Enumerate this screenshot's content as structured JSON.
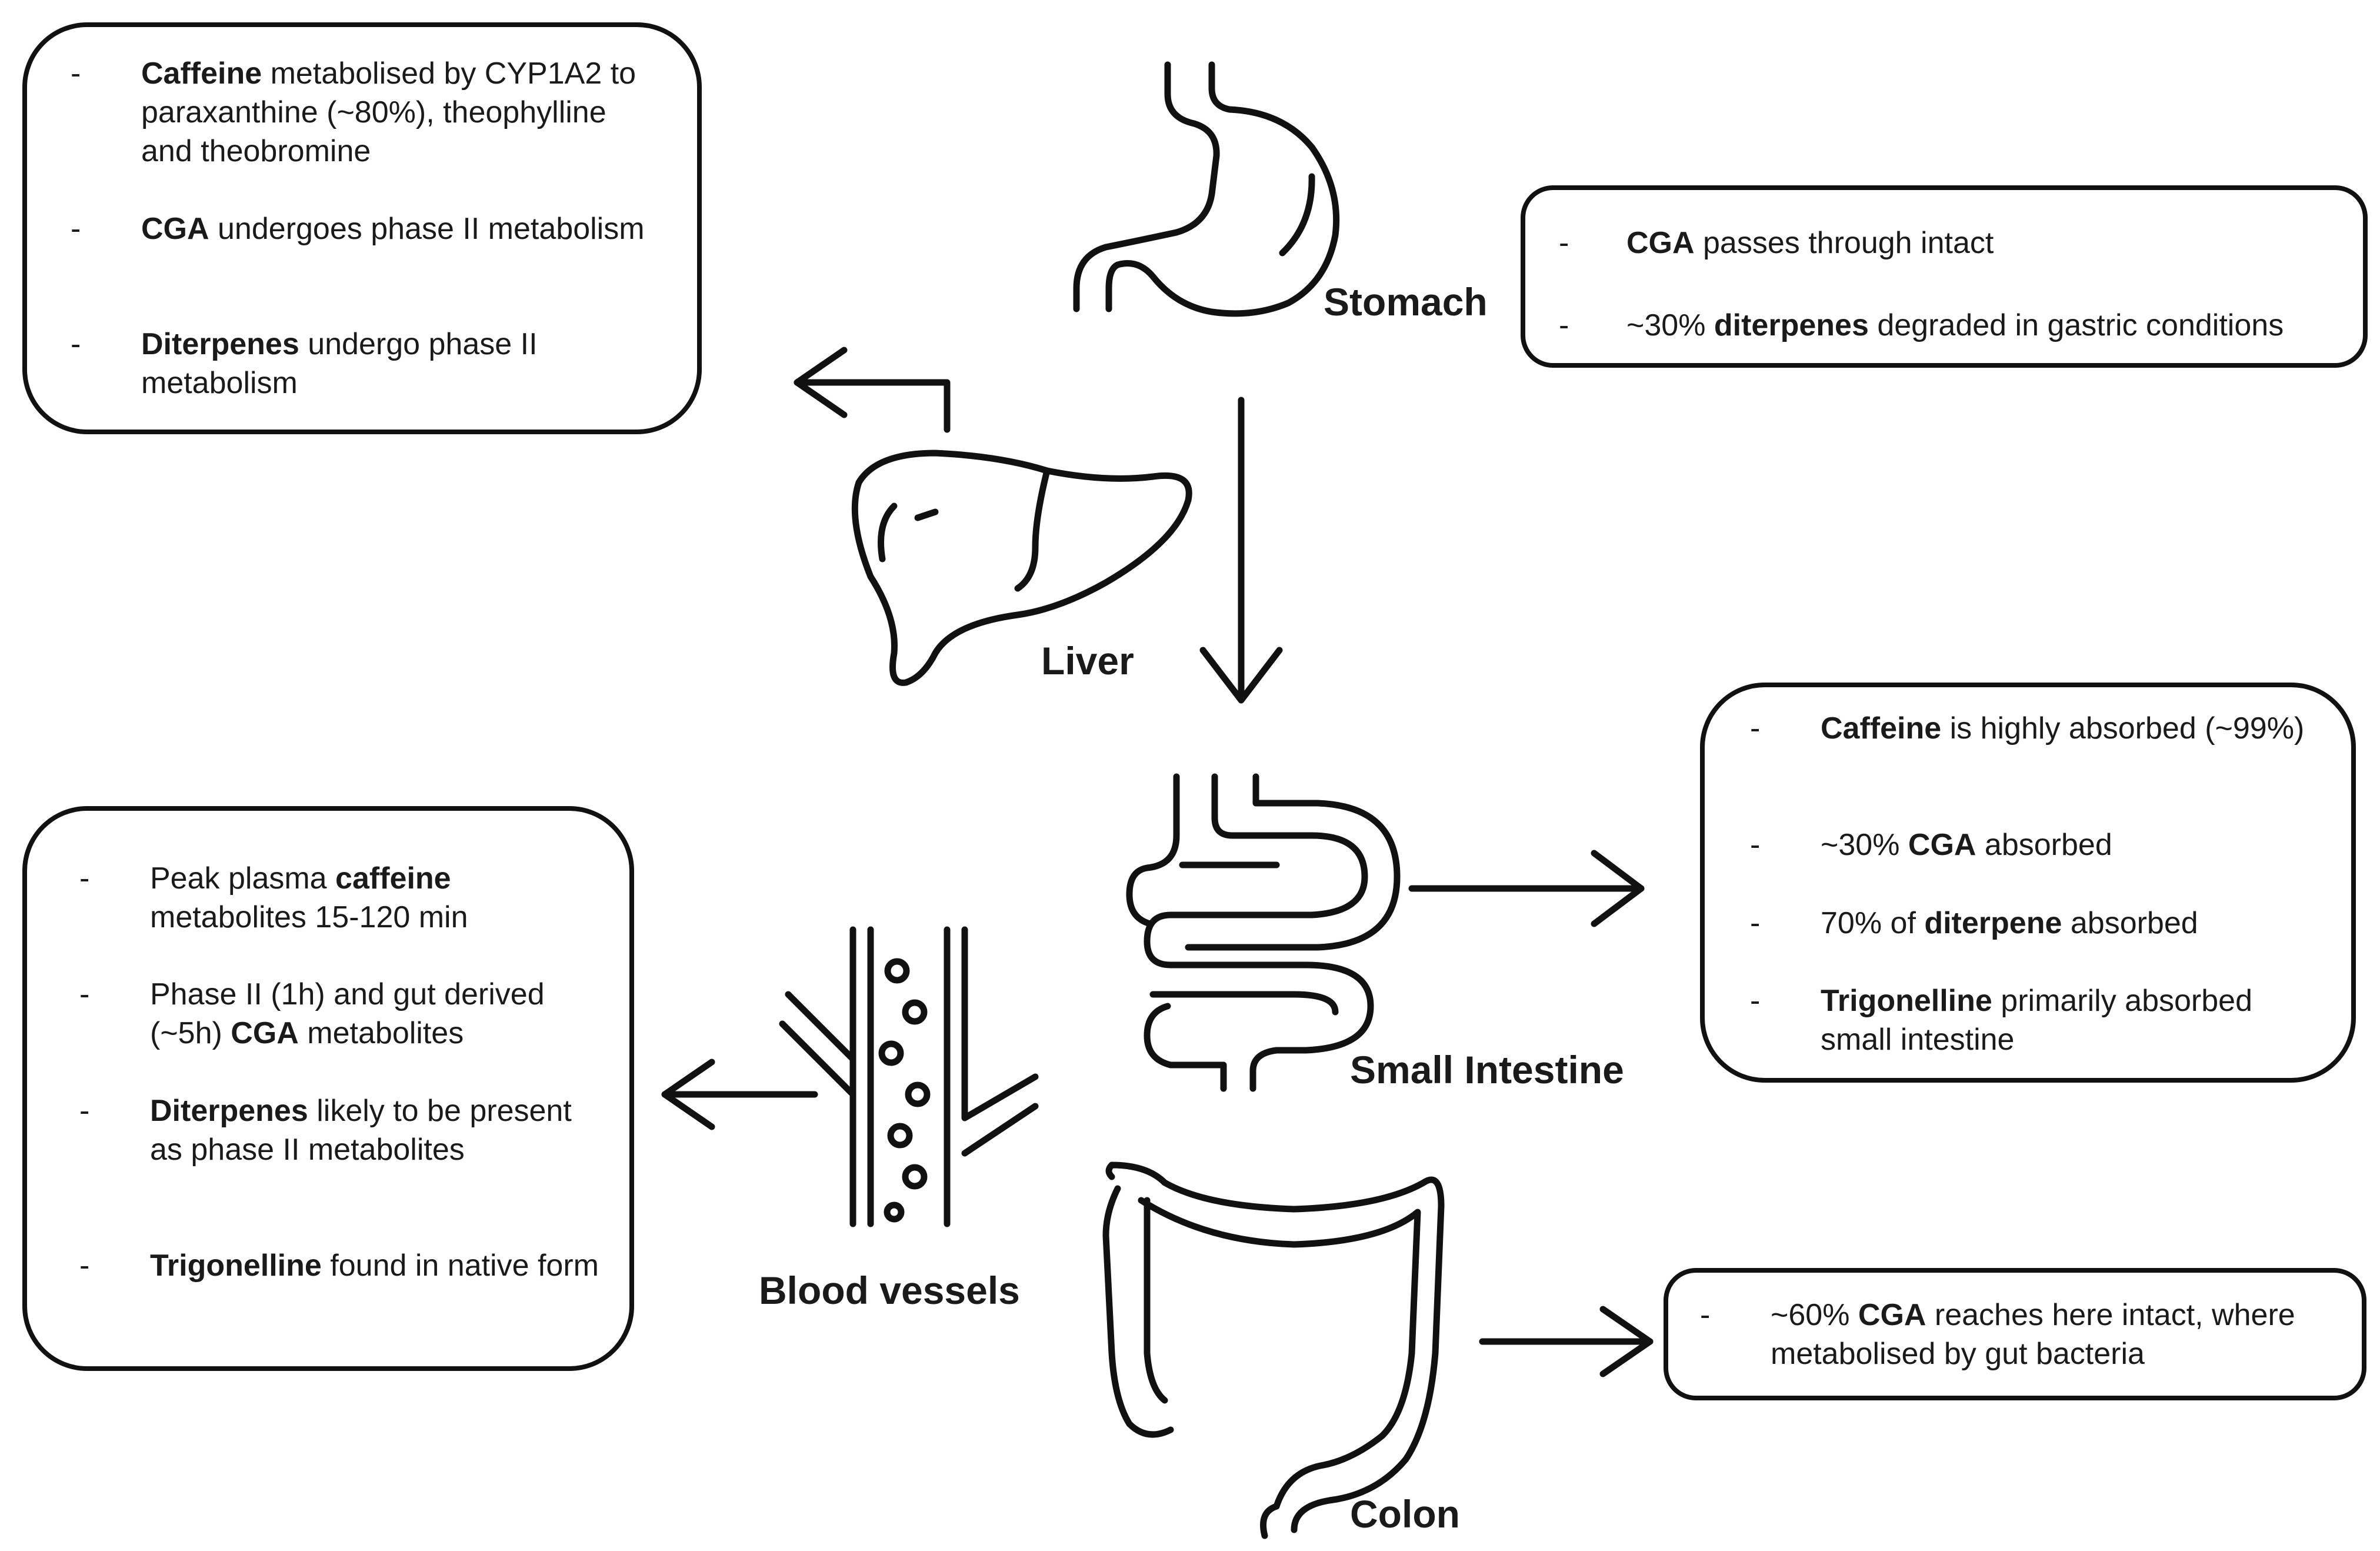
{
  "organs": {
    "stomach": "Stomach",
    "liver": "Liver",
    "small_intestine": "Small Intestine",
    "blood_vessels": "Blood vessels",
    "colon": "Colon"
  },
  "liver_box": {
    "items": [
      {
        "bold": "Caffeine",
        "rest": " metabolised by CYP1A2 to paraxanthine (~80%), theophylline and theobromine"
      },
      {
        "bold": "CGA",
        "rest": " undergoes phase II metabolism"
      },
      {
        "bold": "Diterpenes",
        "rest": " undergo phase II metabolism"
      }
    ]
  },
  "stomach_box": {
    "items": [
      {
        "pre": "",
        "bold": "CGA",
        "rest": " passes through intact"
      },
      {
        "pre": "~30% ",
        "bold": "diterpenes",
        "rest": " degraded in gastric conditions"
      }
    ]
  },
  "intestine_box": {
    "items": [
      {
        "pre": "",
        "bold": "Caffeine",
        "rest": " is highly absorbed (~99%)"
      },
      {
        "pre": "~30% ",
        "bold": "CGA",
        "rest": " absorbed"
      },
      {
        "pre": "70% of ",
        "bold": "diterpene",
        "rest": " absorbed"
      },
      {
        "pre": "",
        "bold": "Trigonelline",
        "rest": "  primarily absorbed small intestine"
      }
    ]
  },
  "blood_box": {
    "items": [
      {
        "pre": "Peak plasma ",
        "bold": "caffeine",
        "rest": " metabolites 15-120 min"
      },
      {
        "pre": "Phase II (1h) and gut derived (~5h) ",
        "bold": "CGA",
        "rest": " metabolites"
      },
      {
        "pre": "",
        "bold": "Diterpenes",
        "rest": " likely to be present as phase II metabolites"
      },
      {
        "pre": "",
        "bold": "Trigonelline",
        "rest": " found in native form"
      }
    ]
  },
  "colon_box": {
    "items": [
      {
        "pre": "~60% ",
        "bold": "CGA",
        "rest": " reaches here intact, where metabolised by gut bacteria"
      }
    ]
  },
  "dash": "-",
  "colors": {
    "ink": "#111111",
    "background": "#ffffff"
  },
  "icons": [
    "stomach-icon",
    "liver-icon",
    "small-intestine-icon",
    "blood-vessel-icon",
    "colon-icon"
  ]
}
